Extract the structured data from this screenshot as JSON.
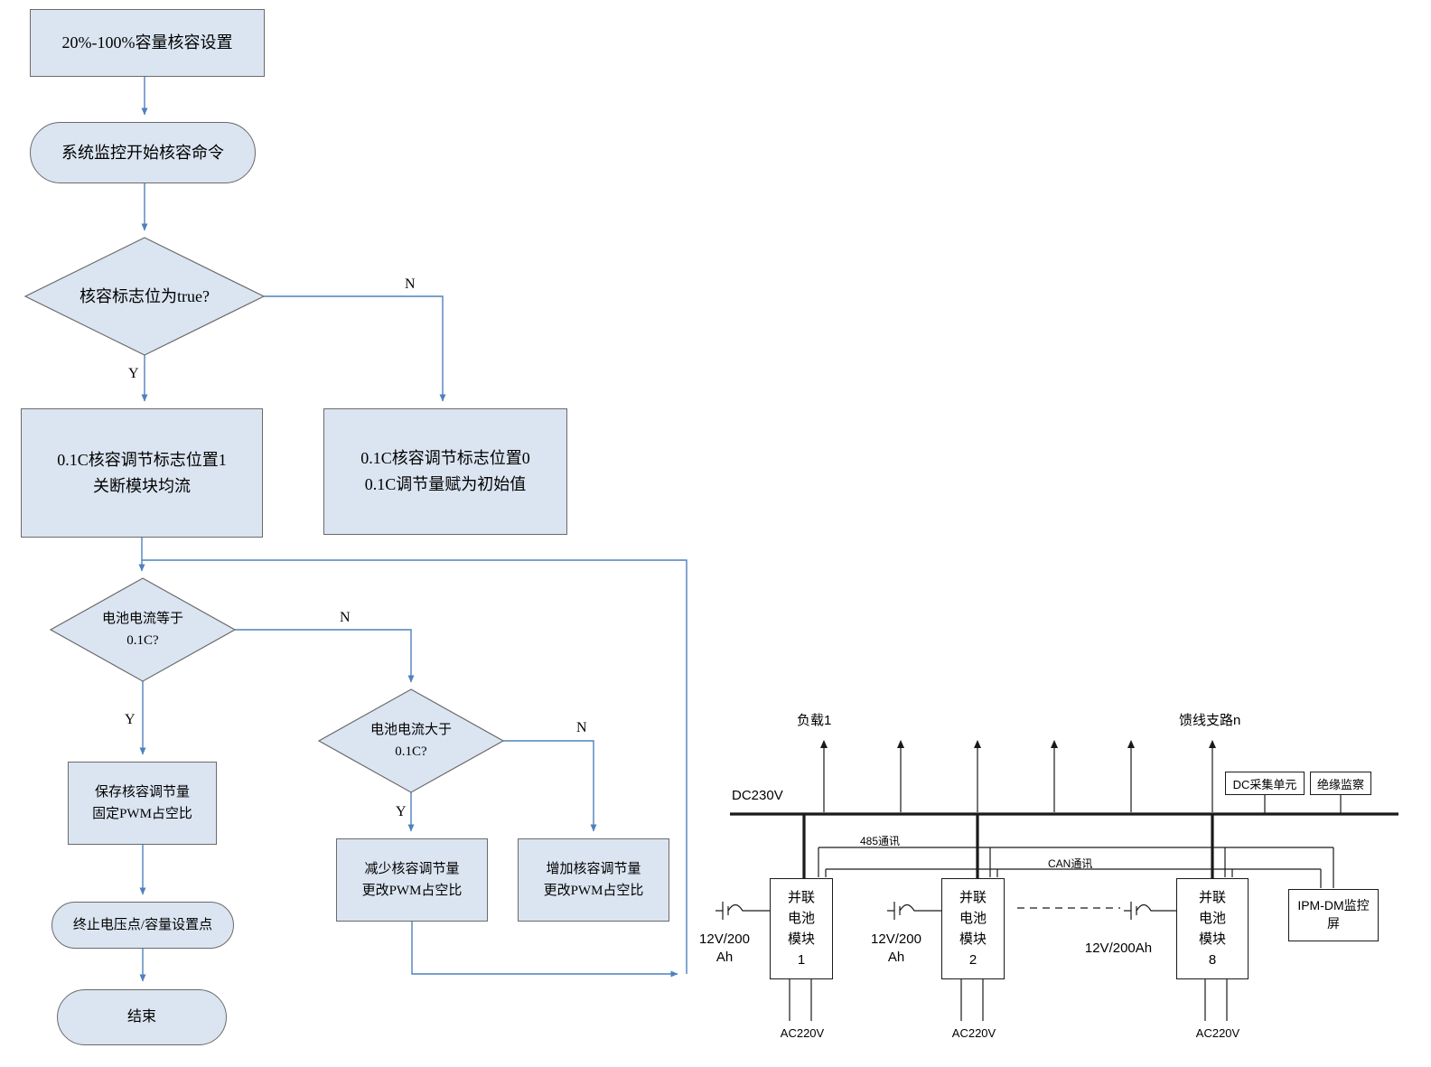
{
  "flowchart": {
    "nodes": {
      "capacity_setting": {
        "label": "20%-100%容量核容设置"
      },
      "start_command": {
        "label": "系统监控开始核容命令"
      },
      "flag_decision": {
        "label": "核容标志位为true?"
      },
      "flag_set_one": {
        "line1": "0.1C核容调节标志位置1",
        "line2": "关断模块均流"
      },
      "flag_set_zero": {
        "line1": "0.1C核容调节标志位置0",
        "line2": "0.1C调节量赋为初始值"
      },
      "current_equal_decision": {
        "line1": "电池电流等于",
        "line2": "0.1C?"
      },
      "current_greater_decision": {
        "line1": "电池电流大于",
        "line2": "0.1C?"
      },
      "save_adjustment": {
        "line1": "保存核容调节量",
        "line2": "固定PWM占空比"
      },
      "decrease_adjustment": {
        "line1": "减少核容调节量",
        "line2": "更改PWM占空比"
      },
      "increase_adjustment": {
        "line1": "增加核容调节量",
        "line2": "更改PWM占空比"
      },
      "termination_point": {
        "label": "终止电压点/容量设置点"
      },
      "end": {
        "label": "结束"
      }
    },
    "branch_labels": {
      "yes": "Y",
      "no": "N"
    }
  },
  "schematic": {
    "bus_voltage": "DC230V",
    "load_label": "负载1",
    "feeder_label": "馈线支路n",
    "dc_sampling_unit": "DC采集单元",
    "insulation_monitor": "绝缘监察",
    "comm_485": "485通讯",
    "comm_can": "CAN通讯",
    "monitor_screen": {
      "line1": "IPM-DM监控",
      "line2": "屏"
    },
    "modules": [
      {
        "line1": "并联",
        "line2": "电池",
        "line3": "模块",
        "line4": "1",
        "battery_line1": "12V/200",
        "battery_line2": "Ah",
        "ac_label": "AC220V"
      },
      {
        "line1": "并联",
        "line2": "电池",
        "line3": "模块",
        "line4": "2",
        "battery_line1": "12V/200",
        "battery_line2": "Ah",
        "ac_label": "AC220V"
      },
      {
        "line1": "并联",
        "line2": "电池",
        "line3": "模块",
        "line4": "8",
        "battery_line1": "12V/200Ah",
        "battery_line2": "",
        "ac_label": "AC220V"
      }
    ]
  }
}
